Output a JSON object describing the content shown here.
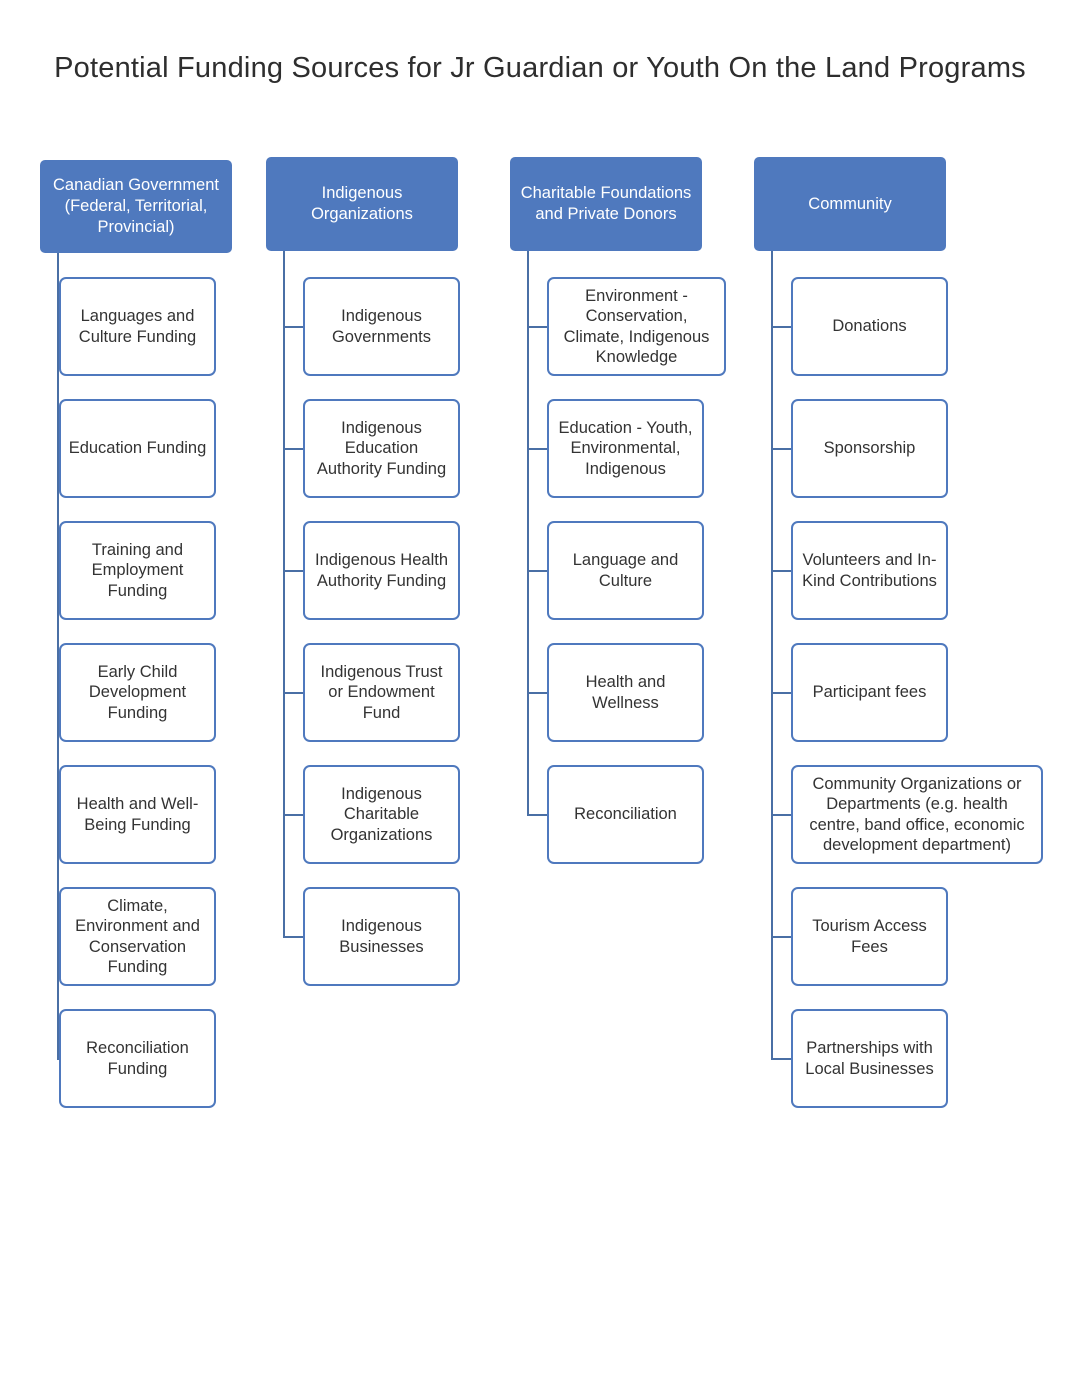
{
  "title": "Potential Funding Sources for Jr Guardian or Youth On the Land Programs",
  "colors": {
    "header_fill": "#4f79be",
    "box_border": "#4f79be",
    "connector": "#4a6fa5"
  },
  "columns": [
    {
      "header": "Canadian Government\n(Federal, Territorial,\nProvincial)",
      "items": [
        "Languages and\nCulture Funding",
        "Education Funding",
        "Training and\nEmployment\nFunding",
        "Early Child\nDevelopment\nFunding",
        "Health and Well-\nBeing Funding",
        "Climate,\nEnvironment and\nConservation\nFunding",
        "Reconciliation\nFunding"
      ]
    },
    {
      "header": "Indigenous\nOrganizations",
      "items": [
        "Indigenous\nGovernments",
        "Indigenous\nEducation\nAuthority Funding",
        "Indigenous Health\nAuthority Funding",
        "Indigenous Trust\nor Endowment\nFund",
        "Indigenous\nCharitable\nOrganizations",
        "Indigenous\nBusinesses"
      ]
    },
    {
      "header": "Charitable Foundations\nand Private Donors",
      "items": [
        "Environment -\nConservation,\nClimate, Indigenous\nKnowledge",
        "Education - Youth,\nEnvironmental,\nIndigenous",
        "Language and\nCulture",
        "Health and\nWellness",
        "Reconciliation"
      ]
    },
    {
      "header": "Community",
      "items": [
        "Donations",
        "Sponsorship",
        "Volunteers and In-\nKind Contributions",
        "Participant fees",
        "Community Organizations or\nDepartments (e.g. health\ncentre, band office, economic\ndevelopment department)",
        "Tourism Access\nFees",
        "Partnerships with\nLocal Businesses"
      ]
    }
  ]
}
